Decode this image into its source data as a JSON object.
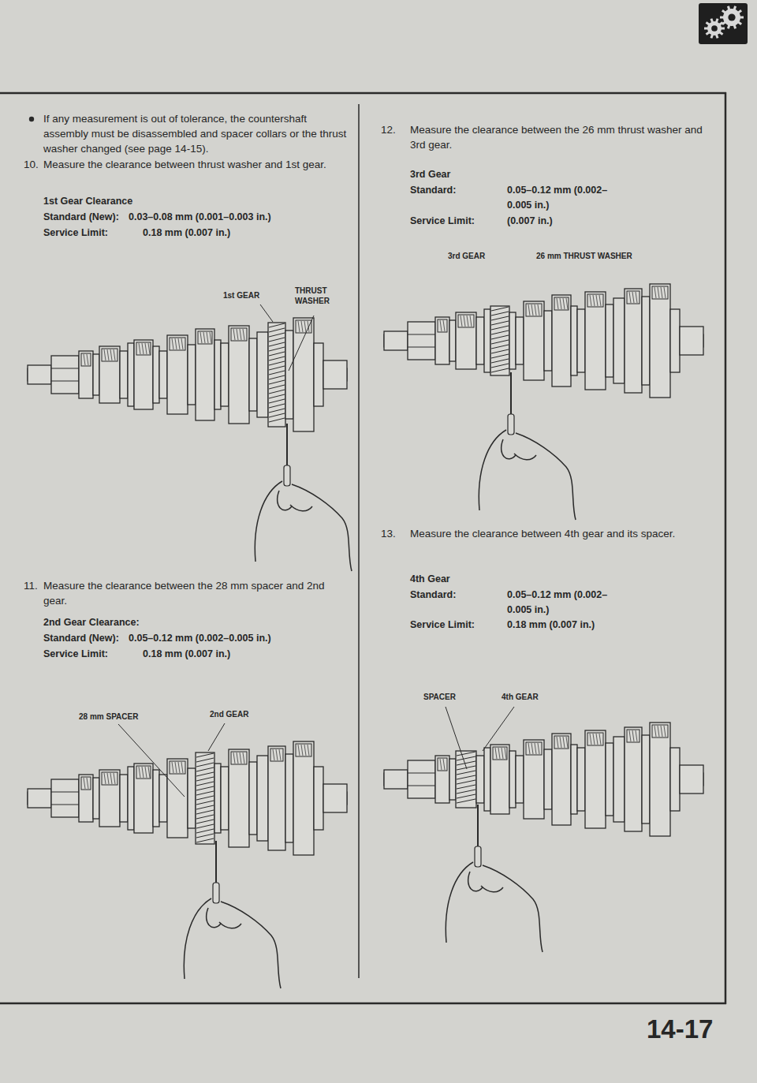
{
  "diagram": {
    "labels": [
      "If any measurement is out of tolerance, the countershaft assembly must be disassembled and spacer collars or the thrust washer changed (see page 14-15).",
      "10.",
      "Measure the clearance between thrust washer and 1st gear.",
      "1st Gear Clearance",
      "Standard (New):",
      "0.03–0.08 mm (0.001–0.003 in.)",
      "Service Limit:",
      "0.18 mm (0.007 in.)",
      "1st GEAR",
      "THRUST WASHER",
      "11.",
      "Measure the clearance between the 28 mm spacer and 2nd gear.",
      "2nd Gear Clearance:",
      "Standard (New):",
      "0.05–0.12 mm (0.002–0.005 in.)",
      "Service Limit:",
      "0.18 mm (0.007 in.)",
      "28 mm SPACER",
      "2nd GEAR",
      "12.",
      "Measure the clearance between the 26 mm thrust washer and 3rd gear.",
      "3rd Gear",
      "Standard:",
      "0.05–0.12 mm (0.002–0.005 in.)",
      "Service Limit:",
      "(0.007 in.)",
      "3rd GEAR",
      "26 mm THRUST WASHER",
      "13.",
      "Measure the clearance between 4th gear and its spacer.",
      "4th Gear",
      "Standard:",
      "0.05–0.12 mm (0.002–0.005 in.)",
      "Service Limit:",
      "0.18 mm (0.007 in.)",
      "SPACER",
      "4th GEAR",
      "14-17"
    ]
  }
}
